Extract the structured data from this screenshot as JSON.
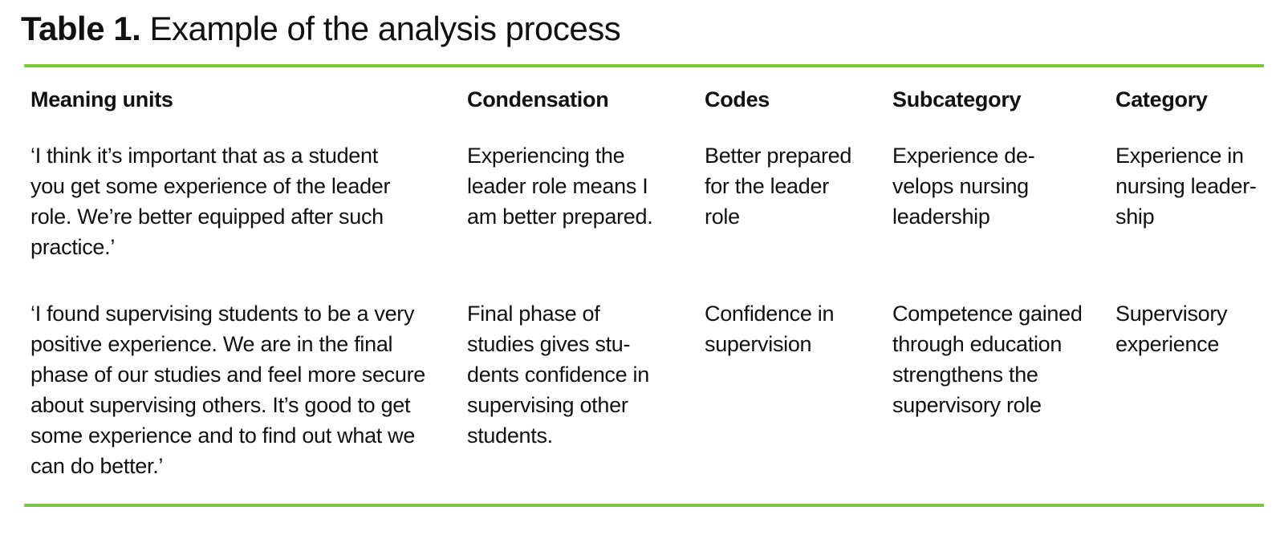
{
  "title": {
    "label": "Table 1.",
    "text": " Example of the analysis process"
  },
  "colors": {
    "accent_rule": "#7DC740",
    "text": "#111111",
    "background": "#FFFFFF"
  },
  "table": {
    "headers": [
      "Meaning units",
      "Condensation",
      "Codes",
      "Subcategory",
      "Category"
    ],
    "rows": [
      {
        "meaning_units": "‘I think it’s important that as a student\nyou get some experience of the leader\nrole. We’re better equipped after such\npractice.’",
        "condensation": "Experiencing the\nleader role means I\nam better prepared.",
        "codes": "Better prepared\nfor the leader\nrole",
        "subcategory": "Experience de-\nvelops nursing\nleadership",
        "category": "Experience in\nnursing leader-\nship"
      },
      {
        "meaning_units": "‘I found supervising students to be a very\npositive experience. We are in the final\nphase of our studies and feel more secure\nabout supervising others. It’s good to get\nsome experience and to find out what we\ncan do better.’",
        "condensation": "Final phase of\nstudies gives stu-\ndents confidence in\nsupervising other\nstudents.",
        "codes": "Confidence in\nsupervision",
        "subcategory": "Competence gained\nthrough education\nstrengthens the\nsupervisory role",
        "category": "Supervisory\nexperience"
      }
    ]
  }
}
